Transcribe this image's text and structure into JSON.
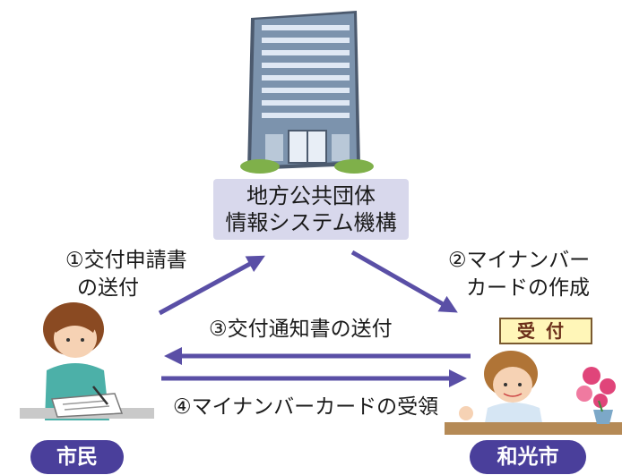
{
  "organization": {
    "line1": "地方公共団体",
    "line2": "情報システム機構"
  },
  "steps": [
    {
      "line1": "①交付申請書",
      "line2": "の送付"
    },
    {
      "line1": "②マイナンバー",
      "line2": "カードの作成"
    },
    {
      "line1": "③交付通知書の送付"
    },
    {
      "line1": "④マイナンバーカードの受領"
    }
  ],
  "actors": {
    "citizen": "市民",
    "city": "和光市"
  },
  "reception_sign": "受付",
  "colors": {
    "arrow": "#5a4fa6",
    "pill": "#4a3f9b",
    "org_box": "#d8d8ec"
  },
  "icons": [
    "office-building-icon",
    "citizen-writing-icon",
    "city-clerk-icon",
    "reception-sign-icon",
    "flower-vase-icon"
  ]
}
